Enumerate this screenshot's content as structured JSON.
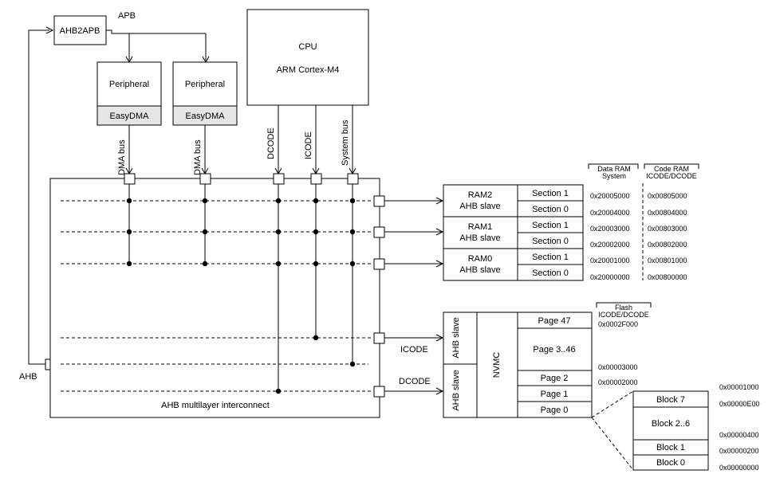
{
  "apb": {
    "bridge": "AHB2APB",
    "bus": "APB"
  },
  "cpu": {
    "title": "CPU",
    "core": "ARM Cortex-M4"
  },
  "peripherals": [
    {
      "label": "Peripheral",
      "dma": "EasyDMA",
      "bus": "DMA bus"
    },
    {
      "label": "Peripheral",
      "dma": "EasyDMA",
      "bus": "DMA bus"
    }
  ],
  "cpu_buses": [
    "DCODE",
    "ICODE",
    "System bus"
  ],
  "interconnect": {
    "label": "AHB multilayer interconnect",
    "ahb": "AHB",
    "icode": "ICODE",
    "dcode": "DCODE"
  },
  "ram_headers": {
    "data_title": "Data RAM",
    "data_sub": "System",
    "code_title": "Code RAM",
    "code_sub": "ICODE/DCODE"
  },
  "rams": [
    {
      "name": "RAM2",
      "slave": "AHB slave",
      "sections": [
        "Section 1",
        "Section 0"
      ]
    },
    {
      "name": "RAM1",
      "slave": "AHB slave",
      "sections": [
        "Section 1",
        "Section 0"
      ]
    },
    {
      "name": "RAM0",
      "slave": "AHB slave",
      "sections": [
        "Section 1",
        "Section 0"
      ]
    }
  ],
  "ram_addresses": [
    {
      "data": "0x20005000",
      "code": "0x00805000"
    },
    {
      "data": "0x20004000",
      "code": "0x00804000"
    },
    {
      "data": "0x20003000",
      "code": "0x00803000"
    },
    {
      "data": "0x20002000",
      "code": "0x00802000"
    },
    {
      "data": "0x20001000",
      "code": "0x00801000"
    },
    {
      "data": "0x20000000",
      "code": "0x00800000"
    }
  ],
  "flash": {
    "header_title": "Flash",
    "header_sub": "ICODE/DCODE",
    "slave_top": "AHB slave",
    "slave_bottom": "AHB slave",
    "nvmc": "NVMC",
    "pages": [
      "Page 47",
      "Page 3..46",
      "Page 2",
      "Page 1",
      "Page 0"
    ],
    "addresses": [
      "0x0002F000",
      "0x00003000",
      "0x00002000"
    ]
  },
  "blocks": {
    "labels": [
      "Block 7",
      "Block 2..6",
      "Block 1",
      "Block 0"
    ],
    "addresses": [
      "0x00001000",
      "0x00000E00",
      "0x00000400",
      "0x00000200",
      "0x00000000"
    ]
  }
}
